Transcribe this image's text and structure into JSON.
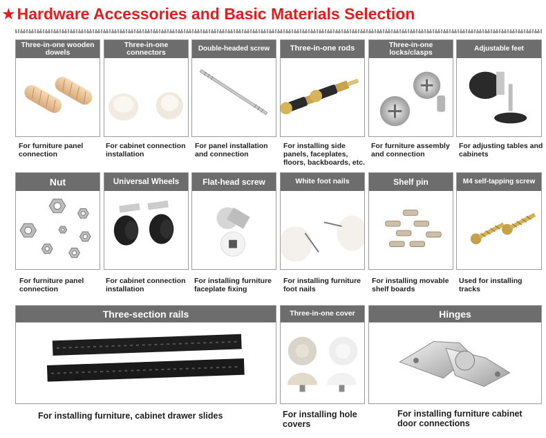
{
  "page": {
    "star": "★",
    "title": "Hardware Accessories and Basic Materials Selection"
  },
  "row1": [
    {
      "title": "Three-in-one wooden dowels",
      "caption": "For furniture panel connection"
    },
    {
      "title": "Three-in-one connectors",
      "caption": "For cabinet connection installation"
    },
    {
      "title": "Double-headed screw",
      "caption": "For panel installation and connection"
    },
    {
      "title": "Three-in-one rods",
      "caption": "For installing side panels, faceplates, floors, backboards, etc."
    },
    {
      "title": "Three-in-one locks/clasps",
      "caption": "For furniture assembly and connection"
    },
    {
      "title": "Adjustable feet",
      "caption": "For adjusting tables and cabinets"
    }
  ],
  "row2": [
    {
      "title": "Nut",
      "caption": "For furniture panel connection"
    },
    {
      "title": "Universal Wheels",
      "caption": "For cabinet connection installation"
    },
    {
      "title": "Flat-head screw",
      "caption": "For installing furniture faceplate fixing"
    },
    {
      "title": "White foot nails",
      "caption": "For installing furniture foot nails"
    },
    {
      "title": "Shelf pin",
      "caption": "For installing movable shelf boards"
    },
    {
      "title": "M4 self-tapping screw",
      "caption": "Used for installing tracks"
    }
  ],
  "row3": [
    {
      "title": "Three-section rails",
      "caption": "For installing furniture, cabinet drawer slides"
    },
    {
      "title": "Three-in-one cover",
      "caption": "For installing hole covers"
    },
    {
      "title": "Hinges",
      "caption": "For installing furniture cabinet door connections"
    }
  ]
}
